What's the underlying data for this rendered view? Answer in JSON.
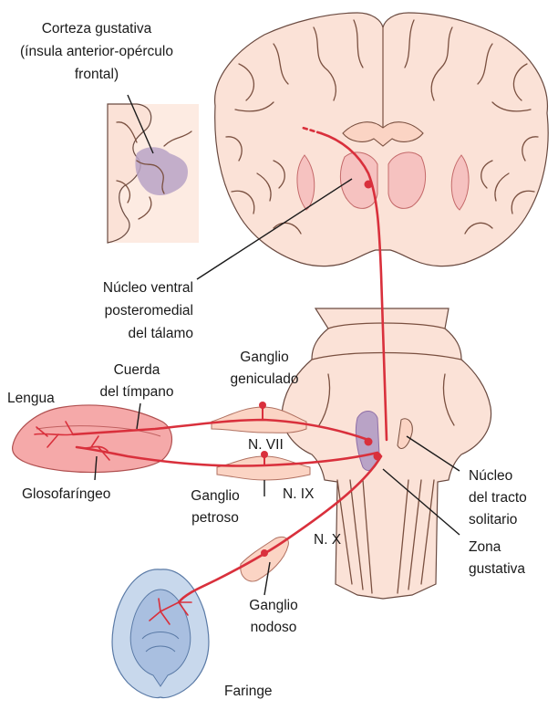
{
  "labels": {
    "cortex_line1": "Corteza gustativa",
    "cortex_line2": "(ínsula anterior-opérculo",
    "cortex_line3": "frontal)",
    "thalamus_line1": "Núcleo ventral",
    "thalamus_line2": "posteromedial",
    "thalamus_line3": "del tálamo",
    "chorda_line1": "Cuerda",
    "chorda_line2": "del tímpano",
    "tongue": "Lengua",
    "geniculate_line1": "Ganglio",
    "geniculate_line2": "geniculado",
    "nerve_vii": "N. VII",
    "nerve_ix": "N. IX",
    "nerve_x": "N. X",
    "glossopharyngeal": "Glosofaríngeo",
    "petrosal_line1": "Ganglio",
    "petrosal_line2": "petroso",
    "solitary_line1": "Núcleo",
    "solitary_line2": "del tracto",
    "solitary_line3": "solitario",
    "gustatory_line1": "Zona",
    "gustatory_line2": "gustativa",
    "nodose_line1": "Ganglio",
    "nodose_line2": "nodoso",
    "pharynx": "Faringe"
  },
  "colors": {
    "nerve": "#d9303c",
    "brain_tissue": "#fbe2d7",
    "gustatory_area": "#b9a3c6",
    "pharynx": "#c8d8ec"
  }
}
